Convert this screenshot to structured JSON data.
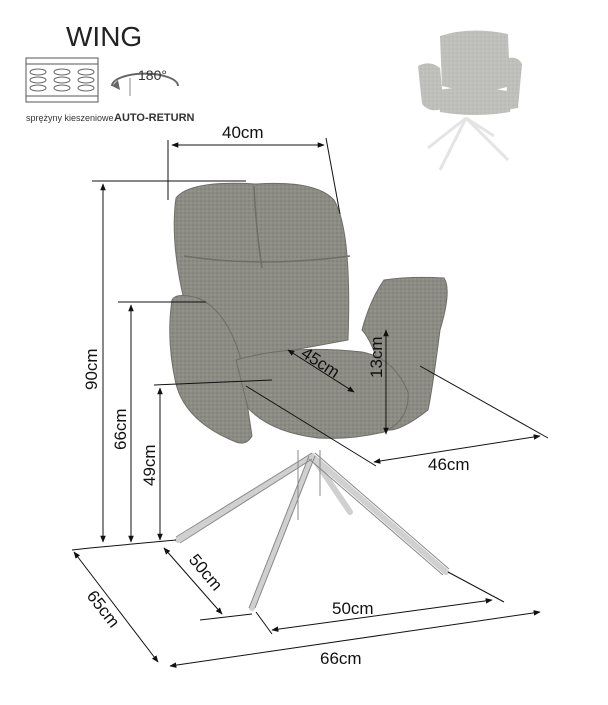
{
  "product": {
    "name": "WING",
    "spring_label": "sprężyny kieszeniowe",
    "rotation_value": "180°",
    "rotation_label": "AUTO-RETURN"
  },
  "dimensions": {
    "seat_width": "40cm",
    "seat_depth_diag": "45cm",
    "armrest_height_above_seat": "13cm",
    "overall_height": "90cm",
    "armrest_height": "66cm",
    "seat_height": "49cm",
    "seat_span": "46cm",
    "base_leg": "50cm",
    "base_width": "50cm",
    "overall_depth": "65cm",
    "overall_width": "66cm"
  },
  "colors": {
    "fabric": "#8c8c85",
    "fabric_dark": "#6e6e68",
    "line": "#111111",
    "leg": "#cfcfcf"
  }
}
